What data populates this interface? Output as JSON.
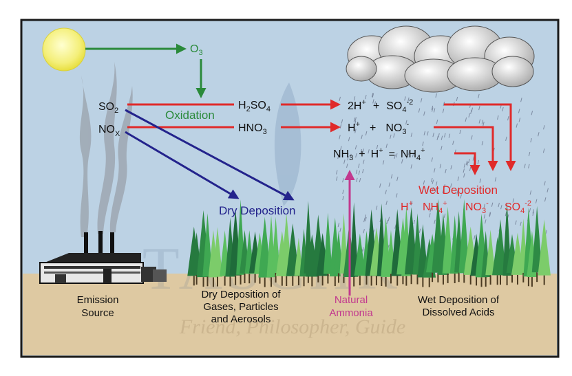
{
  "colors": {
    "sky": "#bcd2e4",
    "ground": "#dec9a2",
    "frame": "#1a1a1a",
    "green_label": "#2a8a3a",
    "blue_label": "#23238c",
    "red_label": "#e02a2a",
    "ammonia_label": "#c2388e",
    "black_text": "#111111"
  },
  "source": {
    "so2": {
      "base": "SO",
      "sub": "2"
    },
    "nox": {
      "base": "NO",
      "sub": "X"
    }
  },
  "ozone": {
    "base": "O",
    "sub": "3"
  },
  "oxidation_label": "Oxidation",
  "h2so4": {
    "p1": "H",
    "s1": "2",
    "p2": "SO",
    "s2": "4"
  },
  "hno3": {
    "p1": "HNO",
    "s1": "3"
  },
  "ions": {
    "row1": {
      "p1": "2H",
      "sup1": "+",
      "plus": "+",
      "p2": "SO",
      "sub2": "4",
      "sup2": "-2"
    },
    "row2": {
      "p1": "H",
      "sup1": "+",
      "plus": "+",
      "p2": "NO",
      "sub2": "3",
      "sup2": "-"
    },
    "row3": {
      "p1": "NH",
      "sub1": "3",
      "plus": "+",
      "p2": "H",
      "sup2": "+",
      "eq": "=",
      "p3": "NH",
      "sub3": "4",
      "sup3": "+"
    }
  },
  "dry_deposition_label": "Dry Deposition",
  "wet_deposition": {
    "title": "Wet Deposition",
    "ion1": {
      "p": "H",
      "sup": "+"
    },
    "ion2": {
      "p": "NH",
      "sub": "4",
      "sup": "+"
    },
    "ion3": {
      "p": "NO",
      "sub": "3",
      "sup": "-"
    },
    "ion4": {
      "p": "SO",
      "sub": "4",
      "sup": "-2"
    }
  },
  "bottom_labels": {
    "emission": [
      "Emission",
      "Source"
    ],
    "dry": [
      "Dry Deposition of",
      "Gases, Particles",
      "and Aerosols"
    ],
    "ammonia": [
      "Natural",
      "Ammonia"
    ],
    "wet": [
      "Wet Deposition of",
      "Dissolved Acids"
    ]
  },
  "watermark": {
    "main": "TASCHR",
    "tagline": "Friend, Philosopher, Guide"
  }
}
